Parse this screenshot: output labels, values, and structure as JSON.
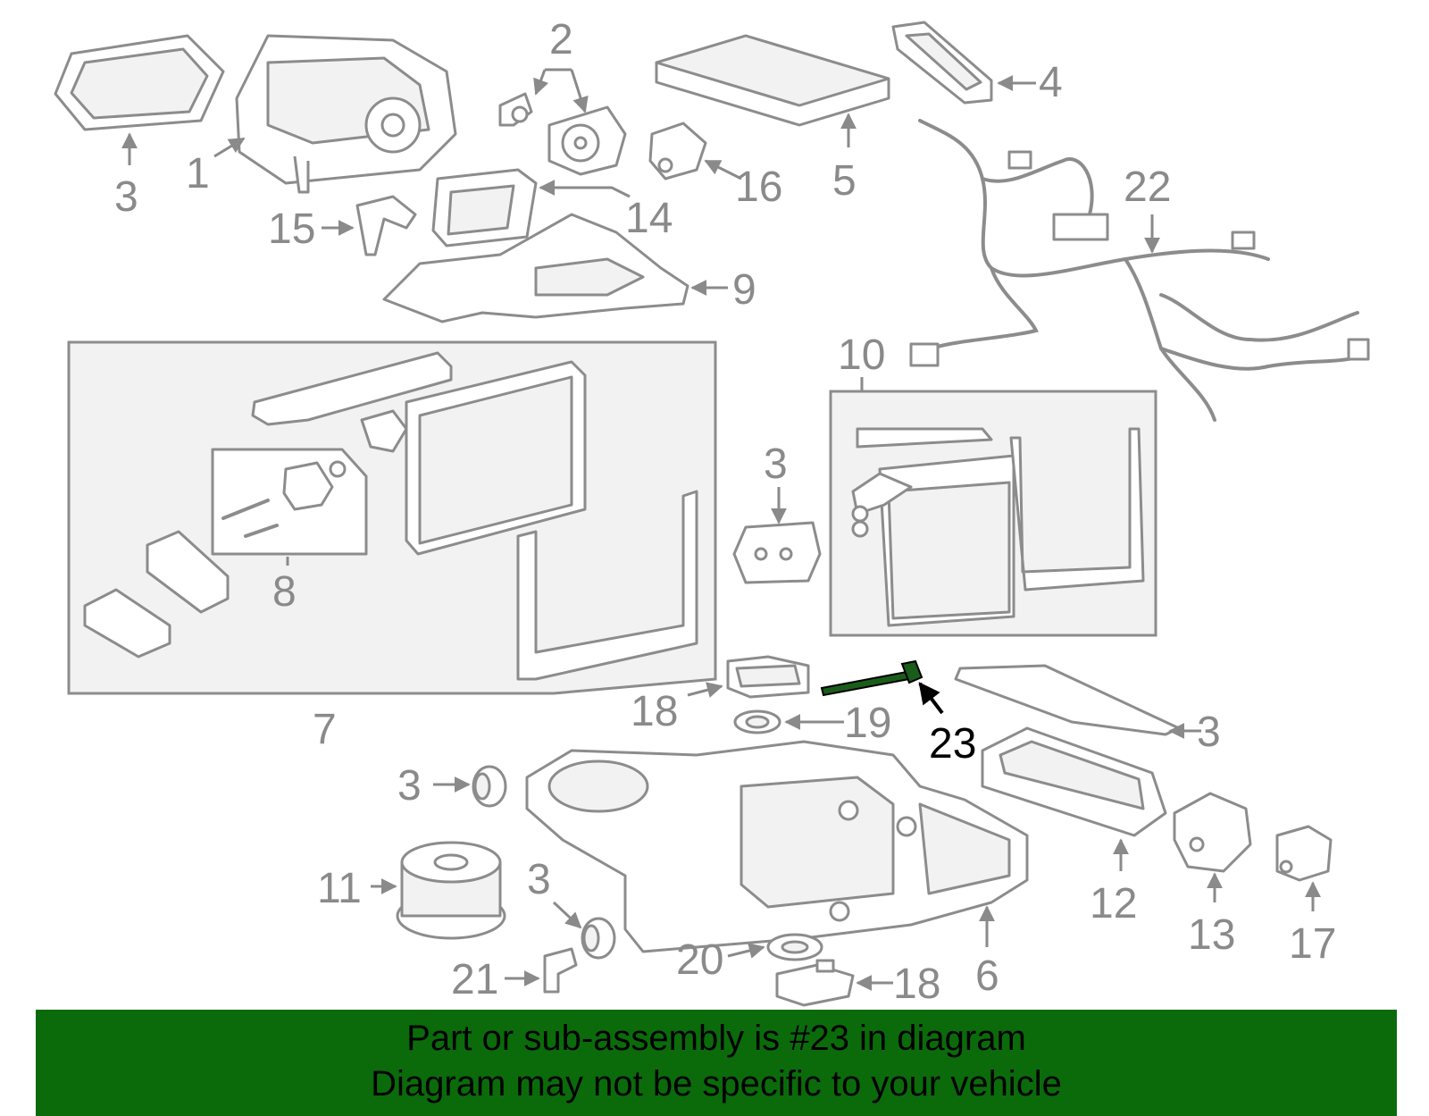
{
  "callouts": {
    "c1": "1",
    "c2": "2",
    "c3a": "3",
    "c4": "4",
    "c5": "5",
    "c14": "14",
    "c15": "15",
    "c16": "16",
    "c9": "9",
    "c22": "22",
    "c10": "10",
    "c3b": "3",
    "c8": "8",
    "c7": "7",
    "c18a": "18",
    "c19": "19",
    "c23": "23",
    "c3c": "3",
    "c3d": "3",
    "c11": "11",
    "c3e": "3",
    "c12": "12",
    "c13": "13",
    "c17": "17",
    "c21": "21",
    "c20": "20",
    "c18b": "18",
    "c6": "6"
  },
  "highlight_part": "23",
  "banner": {
    "line1": "Part or sub-assembly is #23 in diagram",
    "line2": "Diagram may not be specific to your vehicle"
  },
  "colors": {
    "banner_bg": "#0b6b0b",
    "callout_gray": "#8a8a8a",
    "highlight": "#000000"
  }
}
